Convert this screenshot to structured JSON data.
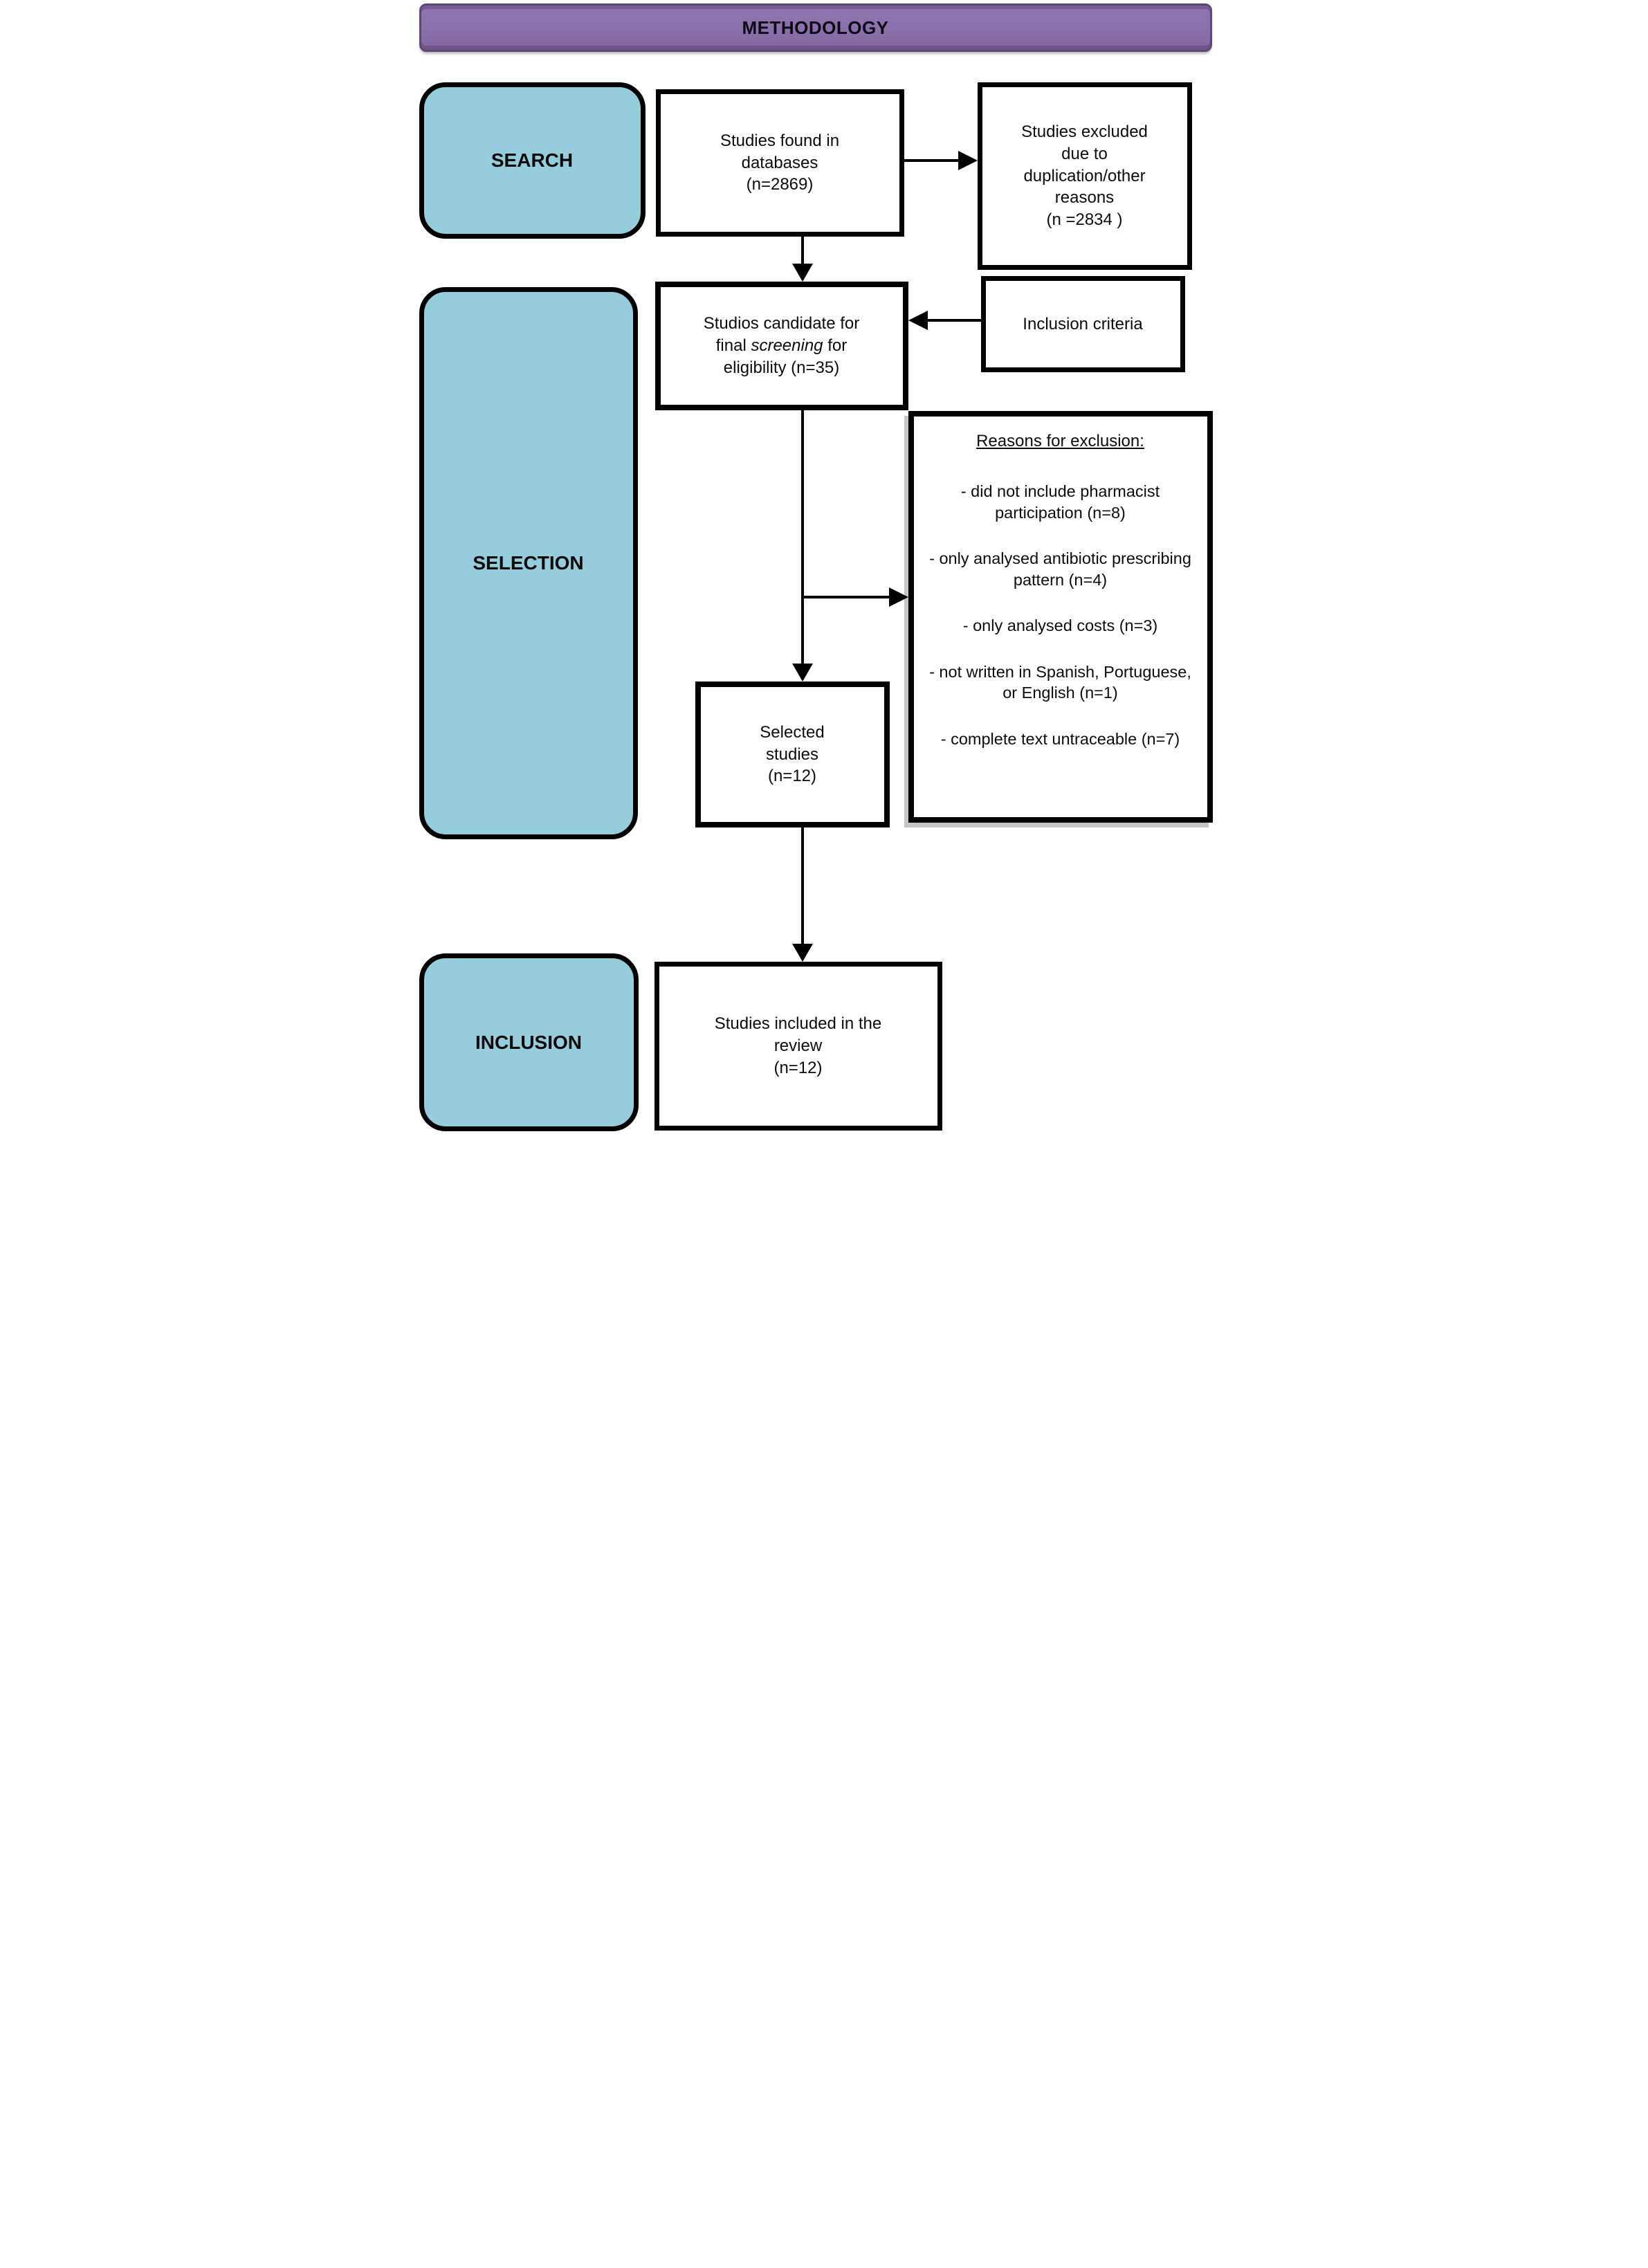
{
  "header": {
    "title": "METHODOLOGY"
  },
  "colors": {
    "header_fill": "#8A70AC",
    "header_border": "#5D4A77",
    "stage_fill": "#95CDDC",
    "box_border": "#000000",
    "background": "#FFFFFF"
  },
  "stages": {
    "search": "SEARCH",
    "selection": "SELECTION",
    "inclusion": "INCLUSION"
  },
  "found_box": {
    "line1": "Studies found in",
    "line2": "databases",
    "line3": "(n=2869)"
  },
  "excluded_box": {
    "line1": "Studies excluded",
    "line2": "due to",
    "line3": "duplication/other",
    "line4": "reasons",
    "line5": "(n =2834 )"
  },
  "candidate_box": {
    "line1": "Studios candidate for",
    "line2_pre": "final ",
    "line2_italic": "screening",
    "line2_post": " for",
    "line3": "eligibility (n=35)"
  },
  "criteria_box": {
    "label": "Inclusion criteria"
  },
  "reasons_box": {
    "title": "Reasons for exclusion:",
    "items": [
      "- did not include pharmacist participation (n=8)",
      "- only analysed antibiotic prescribing pattern (n=4)",
      "- only analysed costs (n=3)",
      "- not written in Spanish, Portuguese, or English (n=1)",
      "- complete text untraceable (n=7)"
    ]
  },
  "selected_box": {
    "line1": "Selected",
    "line2": "studies",
    "line3": "(n=12)"
  },
  "included_box": {
    "line1": "Studies included in the",
    "line2": "review",
    "line3": "(n=12)"
  }
}
